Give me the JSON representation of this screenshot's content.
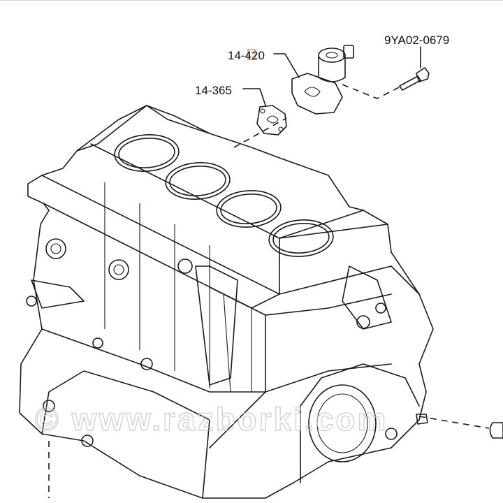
{
  "diagram": {
    "callouts": [
      {
        "id": "solenoid",
        "label": "14-420"
      },
      {
        "id": "gasket",
        "label": "14-365"
      },
      {
        "id": "bolt",
        "label": "9YA02-0679"
      }
    ],
    "highlight_color": "#f08a4b",
    "watermark": "© www.razborki.com"
  }
}
